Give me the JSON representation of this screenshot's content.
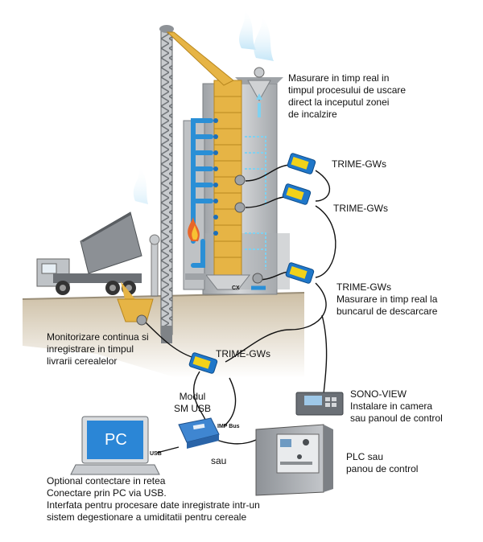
{
  "colors": {
    "grain": "#e6b445",
    "grain_dark": "#b8871f",
    "airflow_blue": "#2a8fd6",
    "airflow_light": "#7fd1f0",
    "sensor_blue": "#1f77c9",
    "sensor_yellow": "#f2d21a",
    "silo_grey": "#b9bcbf",
    "ground": "#c9bda6",
    "ground_dark": "#a0957f"
  },
  "labels": {
    "realtime_drying": [
      "Masurare in timp real in",
      "timpul procesului de  uscare",
      "direct la inceputul zonei",
      "de incalzire"
    ],
    "trime_top": "TRIME-GWs",
    "trime_mid": "TRIME-GWs",
    "trime_bunker": "TRIME-GWs",
    "bunker_note": [
      "Masurare in timp real la",
      "buncarul de descarcare"
    ],
    "delivery_note": [
      "Monitorizare continua si",
      "inregistrare in timpul",
      "livrarii cerealelor"
    ],
    "trime_bottom": "TRIME-GWs",
    "sono_view": [
      "SONO-VIEW",
      "Instalare in camera",
      "sau panoul de control"
    ],
    "sm_usb": [
      "Modul",
      "SM USB"
    ],
    "imp_bus": "IMP Bus",
    "usb": "USB",
    "sau": "sau",
    "plc": [
      "PLC sau",
      "panou de control"
    ],
    "pc_screen": "PC",
    "bottom_note": [
      "Optional contectare in retea",
      "Conectare prin PC via USB.",
      "Interfata pentru procesare date inregistrate intr-un",
      "sistem degestionare a umiditatii pentru cereale"
    ]
  },
  "icons": [
    "truck-icon",
    "silo-icon",
    "grain-elevator-icon",
    "flame-icon",
    "laptop-icon",
    "usb-module-icon",
    "sono-view-device-icon",
    "plc-cabinet-icon",
    "trime-sensor-icon"
  ]
}
